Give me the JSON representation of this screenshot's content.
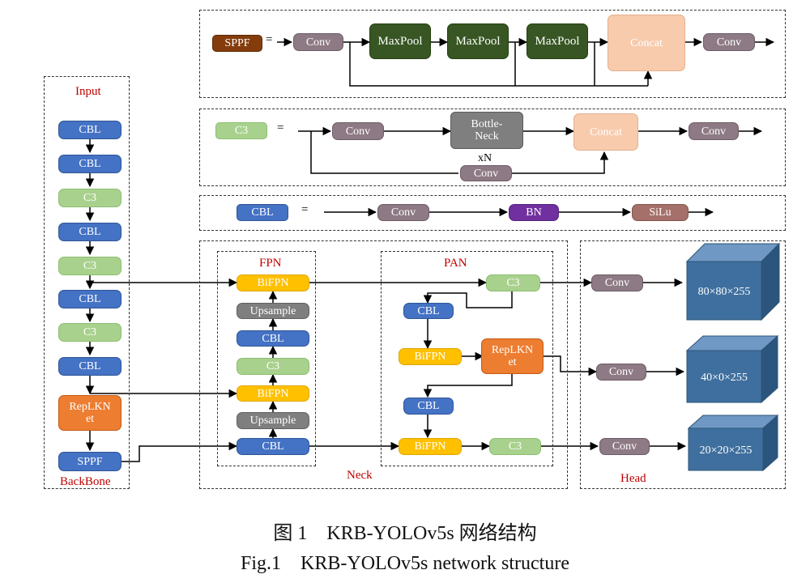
{
  "sppf_def": {
    "label": "SPPF",
    "eq": "=",
    "conv1": "Conv",
    "maxpool": [
      "MaxPool",
      "MaxPool",
      "MaxPool"
    ],
    "concat": "Concat",
    "conv2": "Conv"
  },
  "c3_def": {
    "label": "C3",
    "eq": "=",
    "conv1": "Conv",
    "bottleneck": "Bottle-\nNeck",
    "xn": "xN",
    "conv_bypass": "Conv",
    "concat": "Concat",
    "conv2": "Conv"
  },
  "cbl_def": {
    "label": "CBL",
    "eq": "=",
    "conv": "Conv",
    "bn": "BN",
    "silu": "SiLu"
  },
  "backbone": {
    "input": "Input",
    "title": "BackBone",
    "blocks": [
      "CBL",
      "CBL",
      "C3",
      "CBL",
      "C3",
      "CBL",
      "C3",
      "CBL",
      "RepLKN\net",
      "SPPF"
    ]
  },
  "neck": {
    "title": "Neck",
    "fpn": {
      "title": "FPN",
      "blocks": [
        "BiFPN",
        "Upsample",
        "CBL",
        "C3",
        "BiFPN",
        "Upsample",
        "CBL"
      ]
    },
    "pan": {
      "title": "PAN",
      "c3_top": "C3",
      "cbl1": "CBL",
      "bifpn1": "BiFPN",
      "replknet": "RepLKN\net",
      "cbl2": "CBL",
      "bifpn2": "BiFPN",
      "c3_bottom": "C3"
    }
  },
  "head": {
    "title": "Head",
    "convs": [
      "Conv",
      "Conv",
      "Conv"
    ],
    "outputs": [
      "80×80×255",
      "40×0×255",
      "20×20×255"
    ]
  },
  "caption": {
    "zh": "图 1　KRB-YOLOv5s 网络结构",
    "en": "Fig.1　KRB-YOLOv5s network structure"
  },
  "colors": {
    "cbl": "#4472c4",
    "c3": "#a9d18e",
    "conv": "#8e7a84",
    "bifpn": "#ffc000",
    "upsample": "#7f7f7f",
    "maxpool": "#375623",
    "concat": "#f8cbad",
    "replknet": "#ed7d31",
    "sppf": "#843c0c",
    "bn": "#7030a0",
    "silu": "#a5706a",
    "cube": "#3f6f9e",
    "label_red": "#c00000"
  }
}
